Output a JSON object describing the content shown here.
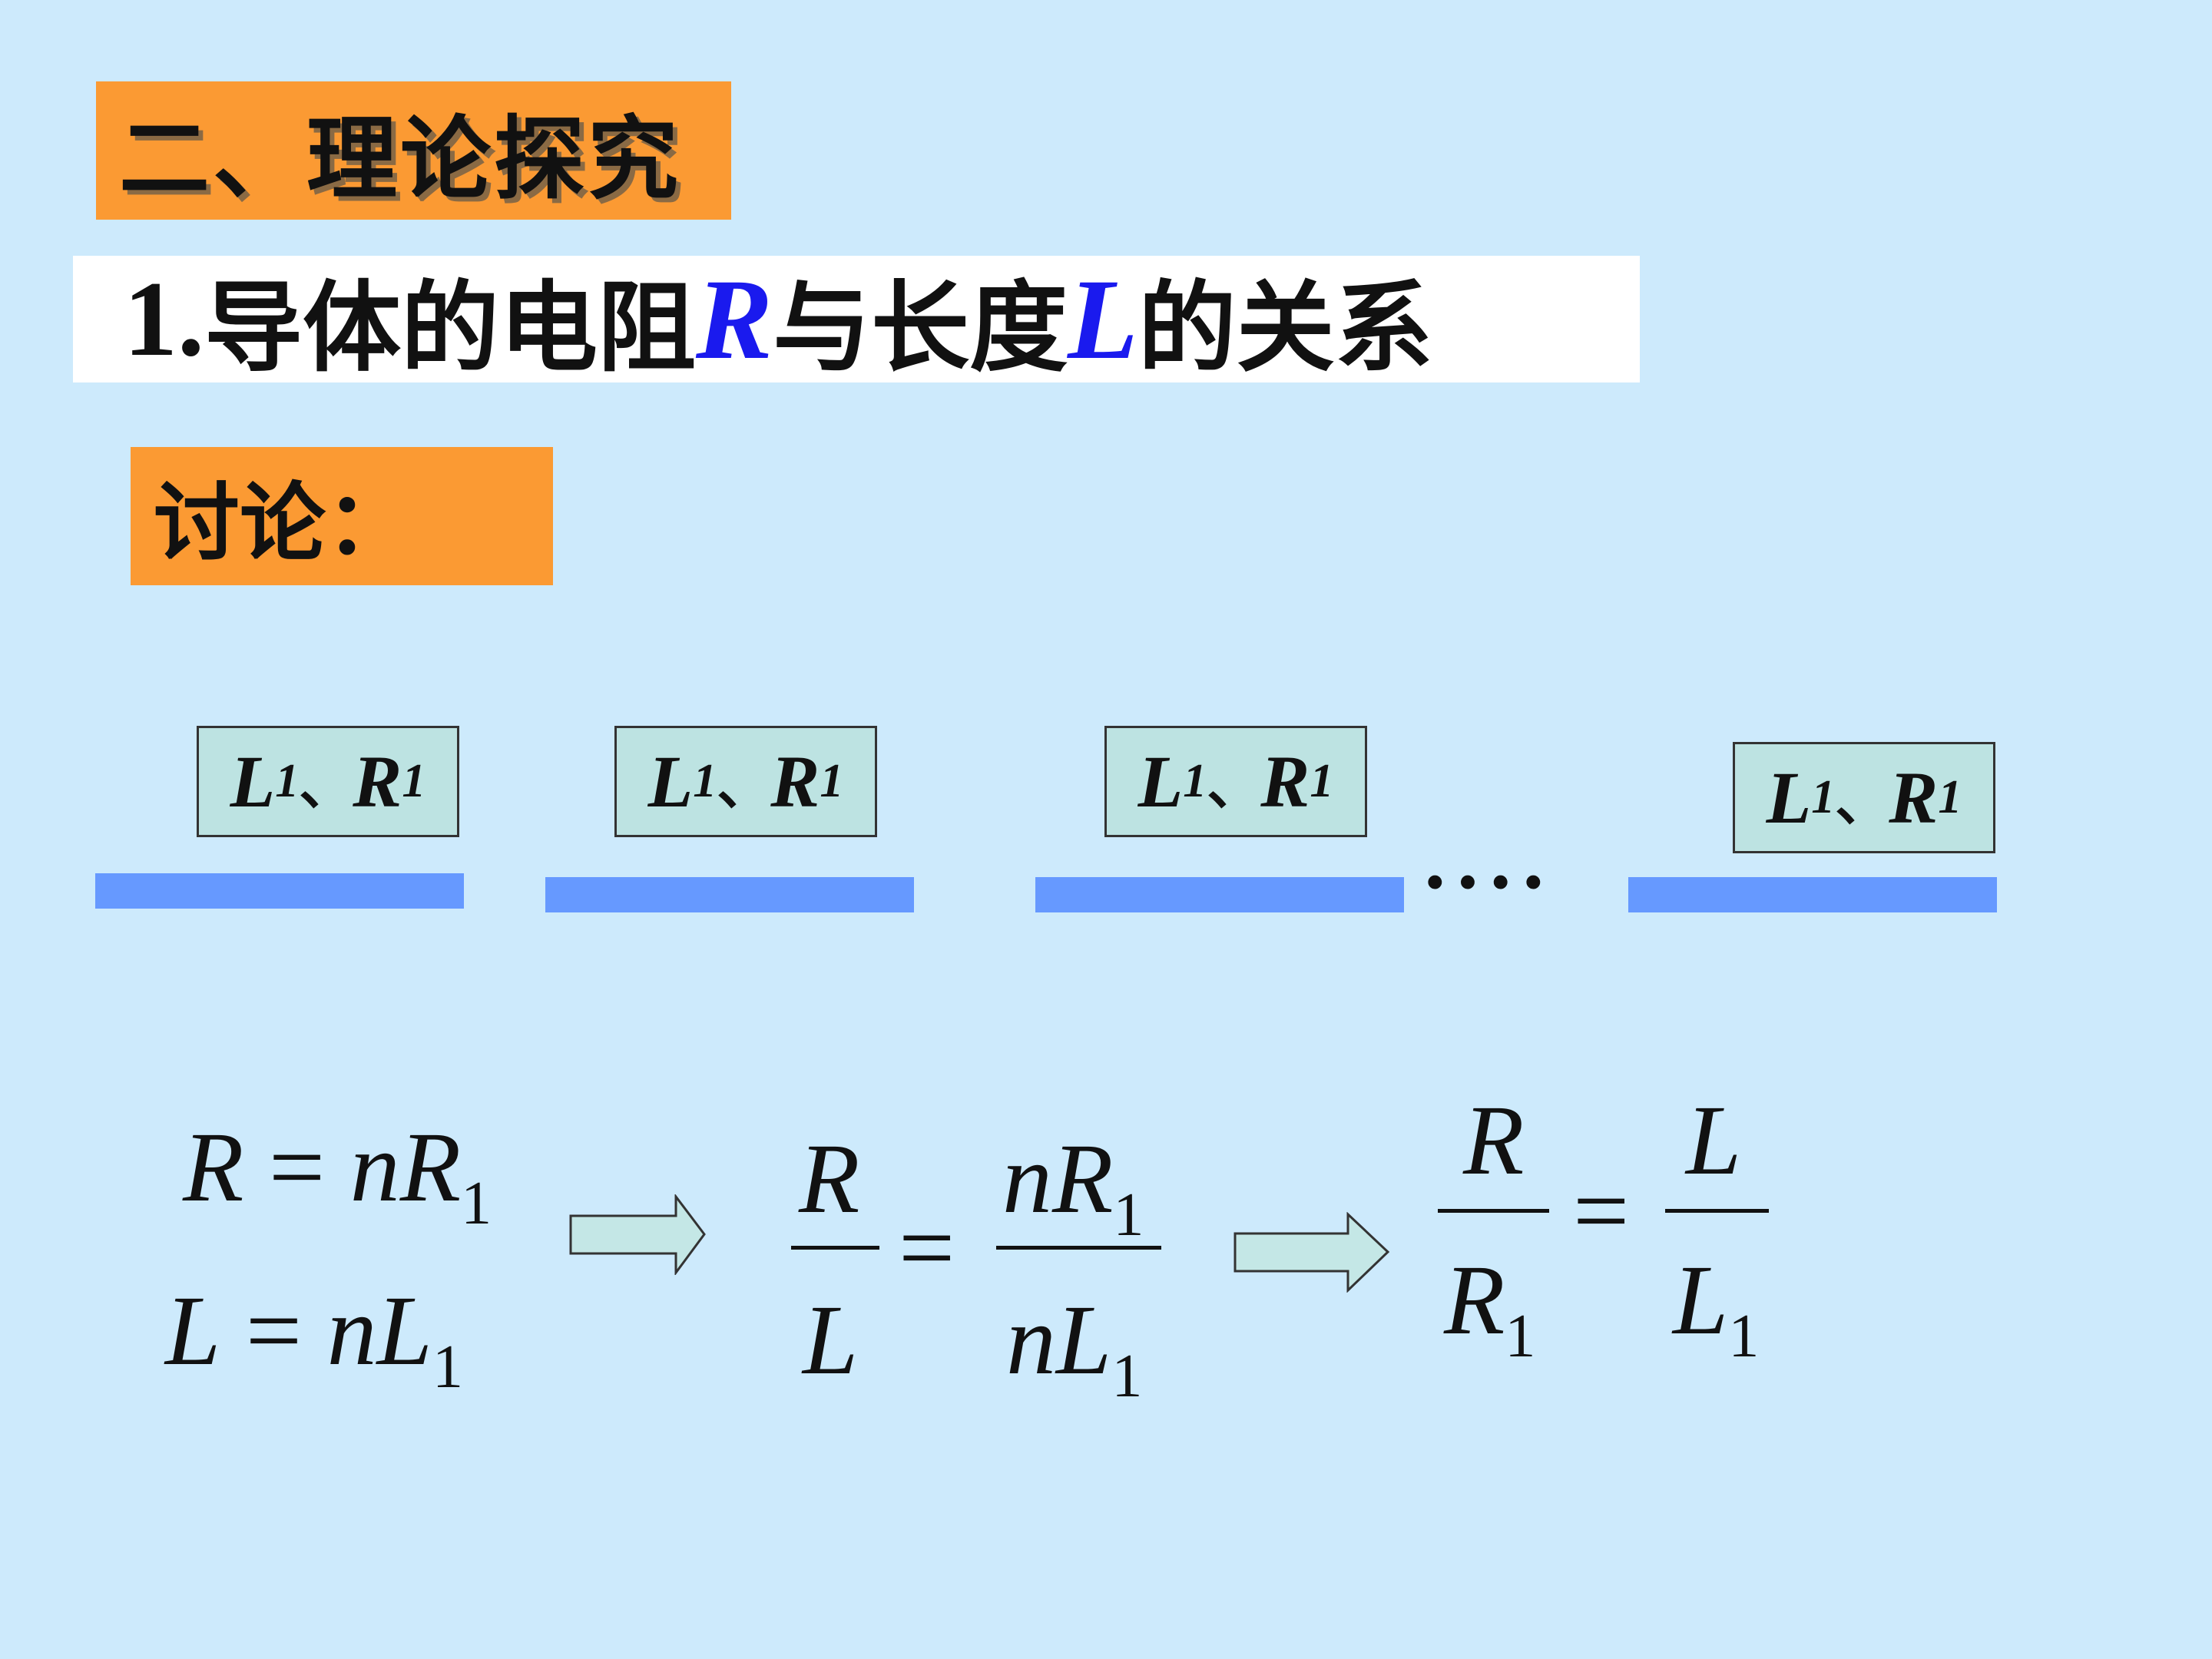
{
  "section": {
    "title": "二、理论探究"
  },
  "topic": {
    "number": "1.",
    "text_a": "导体的电阻",
    "var_r": "R",
    "text_b": "与长度",
    "var_l": "L",
    "text_c": "的关系"
  },
  "discussion": {
    "label": "讨论："
  },
  "segments": [
    {
      "l": "L",
      "l_sub": "1",
      "sep": "、",
      "r": "R",
      "r_sub": "1"
    },
    {
      "l": "L",
      "l_sub": "1",
      "sep": "、",
      "r": "R",
      "r_sub": "1"
    },
    {
      "l": "L",
      "l_sub": "1",
      "sep": "、",
      "r": "R",
      "r_sub": "1"
    },
    {
      "l": "L",
      "l_sub": "1",
      "sep": "、",
      "r": "R",
      "r_sub": "1"
    }
  ],
  "ellipsis": "····",
  "equations": {
    "eq1": {
      "lhs": "R",
      "op": "=",
      "n": "n",
      "var": "R",
      "sub": "1"
    },
    "eq2": {
      "lhs": "L",
      "op": "=",
      "n": "n",
      "var": "L",
      "sub": "1"
    },
    "frac1": {
      "num": "R",
      "den": "L"
    },
    "equals": "=",
    "frac2": {
      "num_n": "n",
      "num_var": "R",
      "num_sub": "1",
      "den_n": "n",
      "den_var": "L",
      "den_sub": "1"
    },
    "frac3": {
      "num": "R",
      "den_var": "R",
      "den_sub": "1"
    },
    "frac4": {
      "num": "L",
      "den_var": "L",
      "den_sub": "1"
    }
  },
  "colors": {
    "background": "#cdeafc",
    "heading_orange": "#fb9a33",
    "variable_blue": "#1a1aee",
    "conductor_blue": "#6699ff",
    "label_box": "#bde3e2",
    "arrow_fill": "#c4e7e6"
  }
}
